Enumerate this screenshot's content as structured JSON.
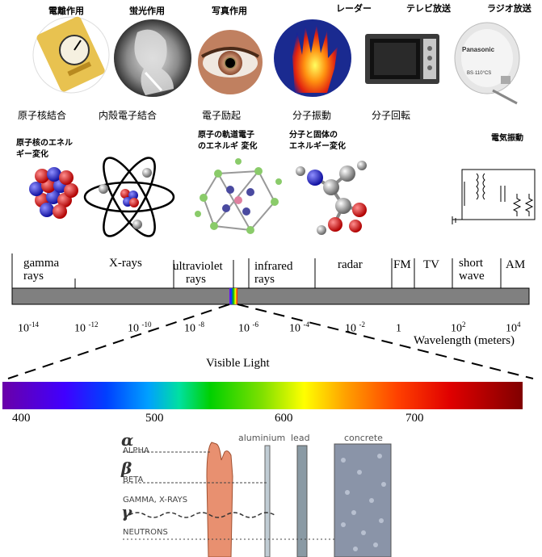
{
  "top_labels": [
    "電離作用",
    "蛍光作用",
    "写真作用",
    "レーダー",
    "テレビ放送",
    "ラジオ放送"
  ],
  "mid_labels": [
    "原子核結合",
    "内殻電子結合",
    "電子励起",
    "分子振動",
    "分子回転"
  ],
  "lower_labels": {
    "nucleus_l1": "原子核のエネル",
    "nucleus_l2": "ギー変化",
    "orbital_l1": "原子の軌道電子",
    "orbital_l2": "のエネルギ 変化",
    "molecule_l1": "分子と固体の",
    "molecule_l2": "エネルギー変化",
    "electric": "電気振動"
  },
  "device_texts": {
    "dish_brand": "Panasonic",
    "dish_model": "BS·110°CS"
  },
  "bands": [
    {
      "l1": "gamma",
      "l2": "rays"
    },
    {
      "l1": "X-rays",
      "l2": ""
    },
    {
      "l1": "ultraviolet",
      "l2": "rays"
    },
    {
      "l1": "infrared",
      "l2": "rays"
    },
    {
      "l1": "radar",
      "l2": ""
    },
    {
      "l1": "FM",
      "l2": ""
    },
    {
      "l1": "TV",
      "l2": ""
    },
    {
      "l1": "short",
      "l2": "wave"
    },
    {
      "l1": "AM",
      "l2": ""
    }
  ],
  "wavelength_ticks": [
    {
      "base": "10",
      "exp": "-14"
    },
    {
      "base": "10",
      "exp": "-12"
    },
    {
      "base": "10",
      "exp": "-10"
    },
    {
      "base": "10",
      "exp": "-8"
    },
    {
      "base": "10",
      "exp": "-6"
    },
    {
      "base": "10",
      "exp": "-4"
    },
    {
      "base": "10",
      "exp": "-2"
    },
    {
      "base": "1",
      "exp": ""
    },
    {
      "base": "10",
      "exp": "2"
    },
    {
      "base": "10",
      "exp": "4"
    }
  ],
  "wavelength_label": "Wavelength (meters)",
  "visible_light_title": "Visible Light",
  "visible_ticks": [
    "400",
    "500",
    "600",
    "700"
  ],
  "penetration": {
    "symbols": {
      "alpha": "α",
      "beta": "β",
      "gamma": "γ"
    },
    "alpha": "ALPHA",
    "beta": "BETA",
    "gamma": "GAMMA, X-RAYS",
    "neutrons": "NEUTRONS",
    "aluminium": "aluminium",
    "lead": "lead",
    "concrete": "concrete"
  }
}
